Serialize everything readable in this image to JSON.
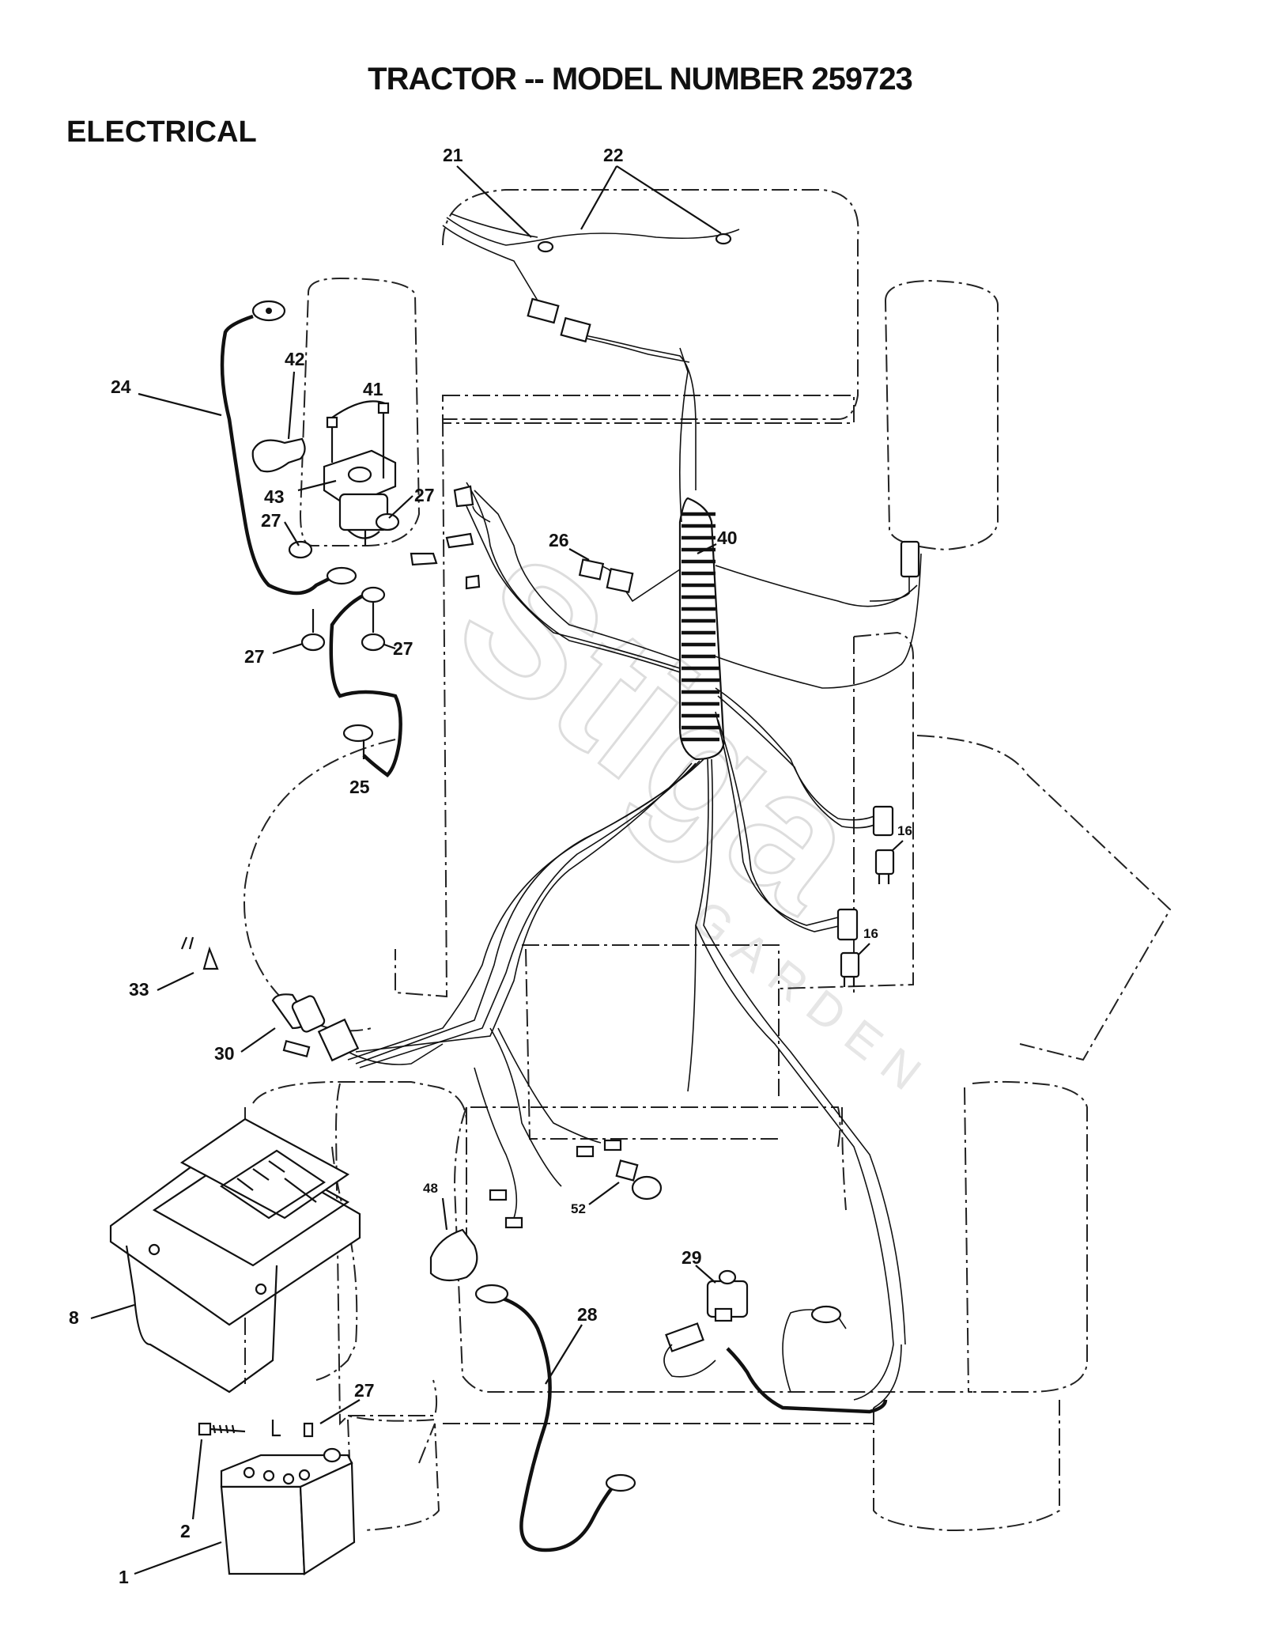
{
  "header": {
    "title": "TRACTOR -- MODEL NUMBER 259723",
    "section": "ELECTRICAL"
  },
  "watermark": {
    "brand": "Stiga",
    "sub": "GARDEN"
  },
  "callouts": {
    "c21": "21",
    "c22": "22",
    "c24": "24",
    "c42": "42",
    "c41": "41",
    "c43": "43",
    "c27a": "27",
    "c27b": "27",
    "c27c": "27",
    "c27d": "27",
    "c26": "26",
    "c40": "40",
    "c25": "25",
    "c16a": "16",
    "c16b": "16",
    "c33": "33",
    "c30": "30",
    "c48": "48",
    "c52": "52",
    "c8": "8",
    "c29": "29",
    "c28": "28",
    "c27e": "27",
    "c2": "2",
    "c1": "1"
  }
}
